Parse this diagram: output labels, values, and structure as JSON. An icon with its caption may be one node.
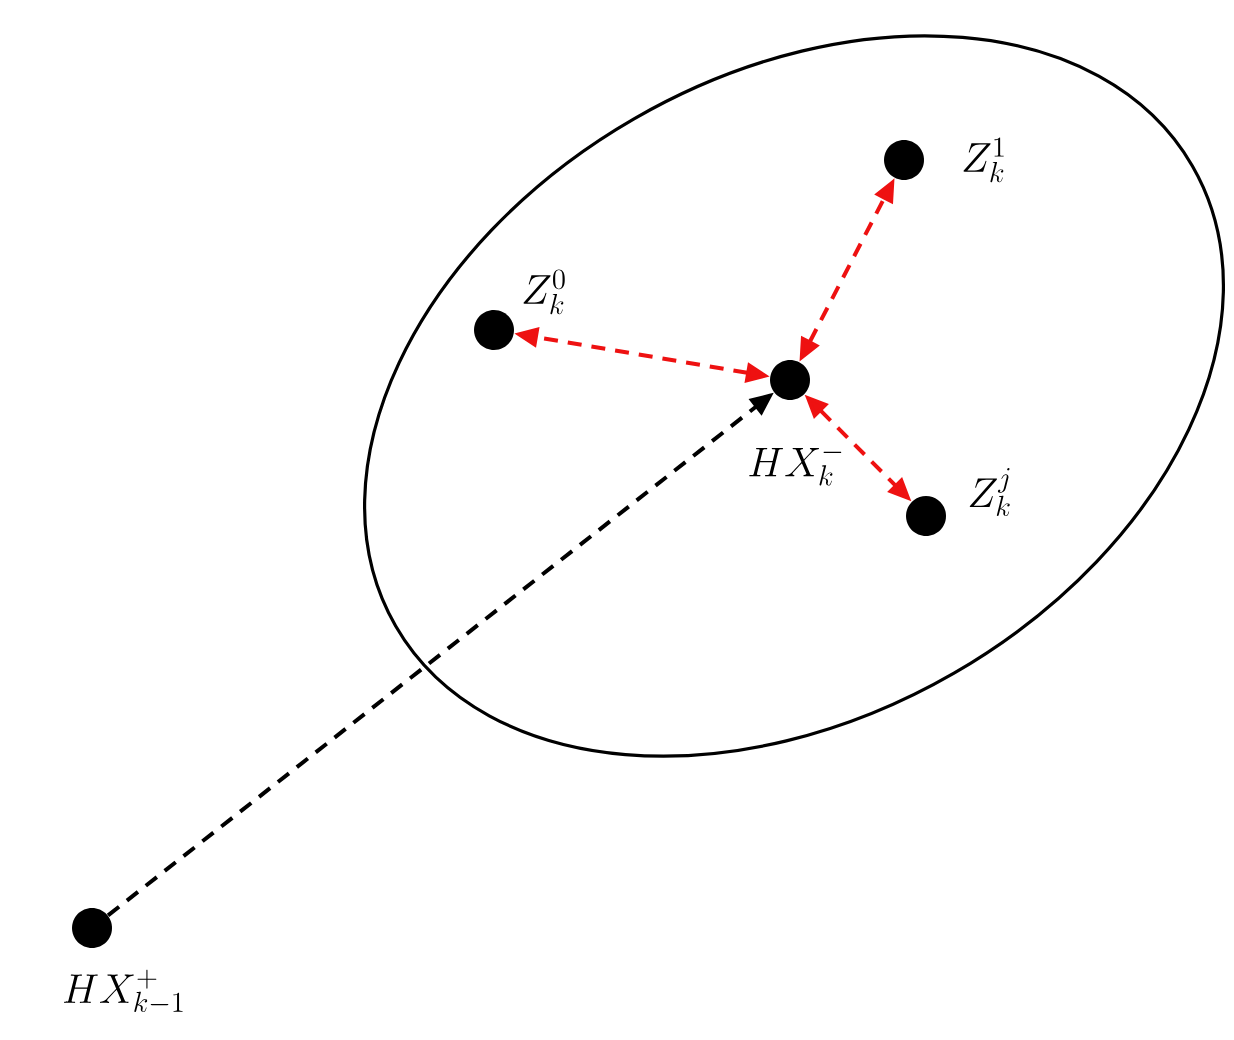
{
  "diagram": {
    "nodes": [
      {
        "text": [],
        "shape": "ellipse"
      },
      {
        "text": [],
        "shape": "circle",
        "in": 0,
        "beside": [
          "HX_k^-"
        ]
      },
      {
        "text": [],
        "shape": "circle",
        "in": 0,
        "beside": [
          "Z_k^0"
        ]
      },
      {
        "text": [],
        "shape": "circle",
        "in": 0,
        "beside": [
          "Z_k^1"
        ]
      },
      {
        "text": [],
        "shape": "circle",
        "in": 0,
        "beside": [
          "Z_k^j"
        ]
      },
      {
        "text": [],
        "shape": "circle",
        "beside": [
          "HX_{k-1}^+"
        ]
      }
    ],
    "edges": [
      {
        "from": 5,
        "to": 1,
        "arrow": "to",
        "style": "dashed",
        "color": "#000000"
      },
      {
        "from": 1,
        "to": 2,
        "arrow": "both",
        "style": "dashed"
      },
      {
        "from": 1,
        "to": 3,
        "arrow": "both",
        "style": "dashed"
      },
      {
        "from": 1,
        "to": 4,
        "arrow": "both",
        "style": "dashed"
      }
    ]
  }
}
